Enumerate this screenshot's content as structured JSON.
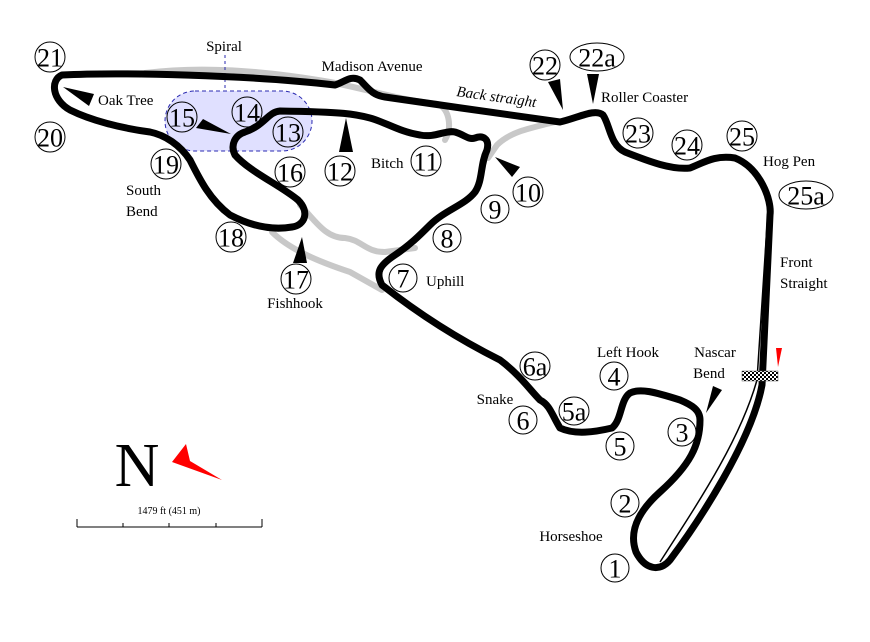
{
  "map": {
    "corners": [
      "1",
      "2",
      "3",
      "4",
      "5",
      "5a",
      "6",
      "6a",
      "7",
      "8",
      "9",
      "10",
      "11",
      "12",
      "13",
      "14",
      "15",
      "16",
      "17",
      "18",
      "19",
      "20",
      "21",
      "22",
      "22a",
      "23",
      "24",
      "25",
      "25a"
    ],
    "names": {
      "oak_tree": "Oak Tree",
      "spiral": "Spiral",
      "madison_avenue": "Madison Avenue",
      "back_straight": "Back straight",
      "roller_coaster": "Roller Coaster",
      "hog_pen": "Hog Pen",
      "front_straight_1": "Front",
      "front_straight_2": "Straight",
      "left_hook": "Left Hook",
      "nascar_bend_1": "Nascar",
      "nascar_bend_2": "Bend",
      "snake": "Snake",
      "horseshoe": "Horseshoe",
      "uphill": "Uphill",
      "bitch": "Bitch",
      "south_bend_1": "South",
      "south_bend_2": "Bend",
      "fishhook": "Fishhook"
    },
    "compass": "N",
    "scale": "1479 ft (451 m)",
    "colors": {
      "track": "#000000",
      "old_track": "#c8c8c8",
      "spiral_fill": "#e0e0ff",
      "spiral_border": "#2a2ab0",
      "north_arrow": "#ff0000"
    }
  }
}
